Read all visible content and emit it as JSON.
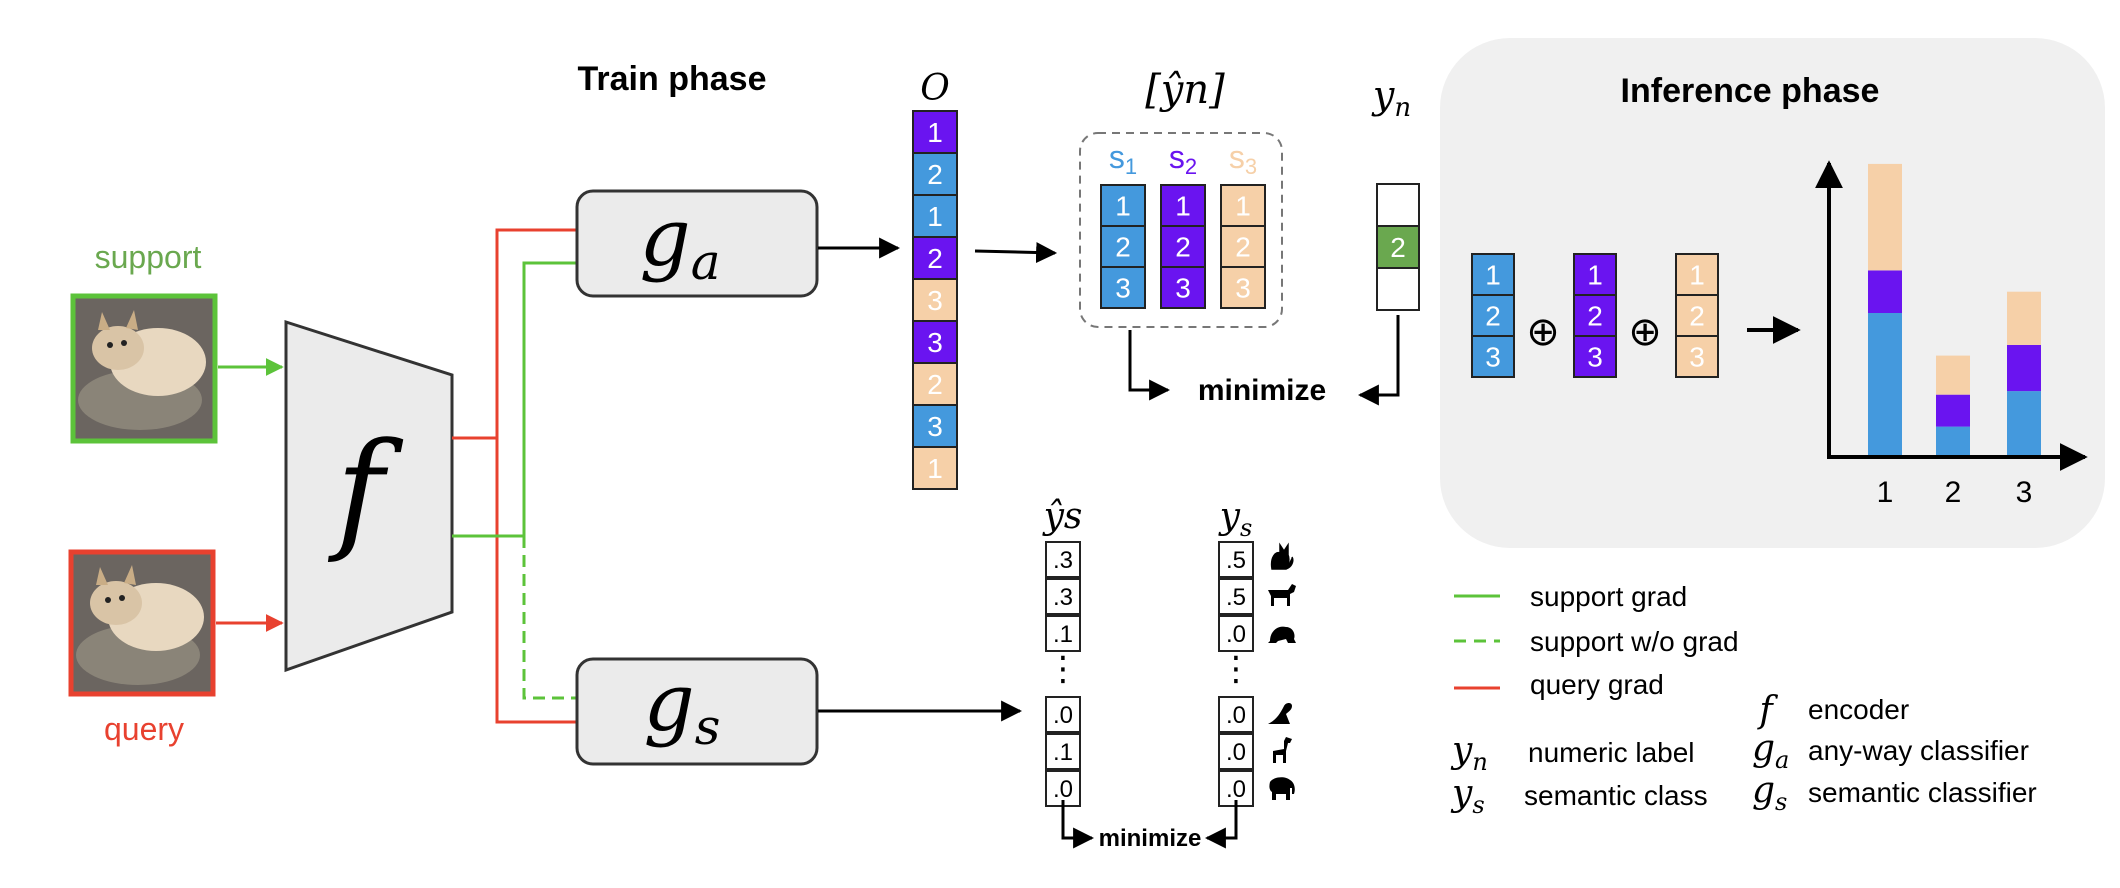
{
  "train_phase": {
    "title": "Train phase",
    "support_label": "support",
    "query_label": "query",
    "encoder_symbol": "f",
    "ga_base": "g",
    "ga_sub": "a",
    "gs_base": "g",
    "gs_sub": "s",
    "output_label": "O",
    "output_cells": [
      "1",
      "2",
      "1",
      "2",
      "3",
      "3",
      "2",
      "3",
      "1"
    ],
    "yhat_n_label": "[ŷn]",
    "stacks": [
      {
        "label": "s",
        "sub": "1",
        "cells": [
          "1",
          "2",
          "3"
        ]
      },
      {
        "label": "s",
        "sub": "2",
        "cells": [
          "1",
          "2",
          "3"
        ]
      },
      {
        "label": "s",
        "sub": "3",
        "cells": [
          "1",
          "2",
          "3"
        ]
      }
    ],
    "yn_label": "y",
    "yn_sub": "n",
    "yn_cells": [
      "",
      "2",
      ""
    ],
    "minimize_top": "minimize",
    "yhat_s_label": "ŷs",
    "ys_label": "ys",
    "yhat_s_cells_top": [
      ".3",
      ".3",
      ".1"
    ],
    "yhat_s_cells_bottom": [
      ".0",
      ".1",
      ".0"
    ],
    "ys_cells_top": [
      ".5",
      ".5",
      ".0"
    ],
    "ys_cells_bottom": [
      ".0",
      ".0",
      ".0"
    ],
    "ellipsis": "⋮",
    "animal_icons": [
      "cat-icon",
      "dog-icon",
      "frog-icon",
      "seal-icon",
      "giraffe-icon",
      "elephant-icon"
    ],
    "minimize_bottom": "minimize"
  },
  "inference_phase": {
    "title": "Inference phase",
    "stacks": [
      {
        "cells": [
          "1",
          "2",
          "3"
        ]
      },
      {
        "cells": [
          "1",
          "2",
          "3"
        ]
      },
      {
        "cells": [
          "1",
          "2",
          "3"
        ]
      }
    ],
    "plus_symbol": "⊕",
    "chart": {
      "categories": [
        "1",
        "2",
        "3"
      ],
      "segments": [
        {
          "blue": 4.0,
          "purple": 1.2,
          "peach": 3.0
        },
        {
          "blue": 0.8,
          "purple": 0.9,
          "peach": 1.1
        },
        {
          "blue": 1.8,
          "purple": 1.3,
          "peach": 1.5
        }
      ]
    }
  },
  "legend": {
    "support_grad": "support grad",
    "support_wo_grad": "support w/o grad",
    "query_grad": "query grad",
    "yn_sym": "y",
    "yn_sub": "n",
    "yn_desc": "numeric label",
    "ys_sym": "y",
    "ys_sub": "s",
    "ys_desc": "semantic class",
    "f_sym": "f",
    "f_desc": "encoder",
    "ga_sym": "g",
    "ga_sub": "a",
    "ga_desc": "any-way classifier",
    "gs_sym": "g",
    "gs_sub": "s",
    "gs_desc": "semantic classifier"
  },
  "colors": {
    "green": "#5cc33a",
    "red": "#e8412f",
    "blue": "#4499dd",
    "purple": "#6a14f0",
    "peach": "#f6d0a8",
    "label_green": "#6aa84f",
    "inference_bg": "#f0f0f0"
  }
}
